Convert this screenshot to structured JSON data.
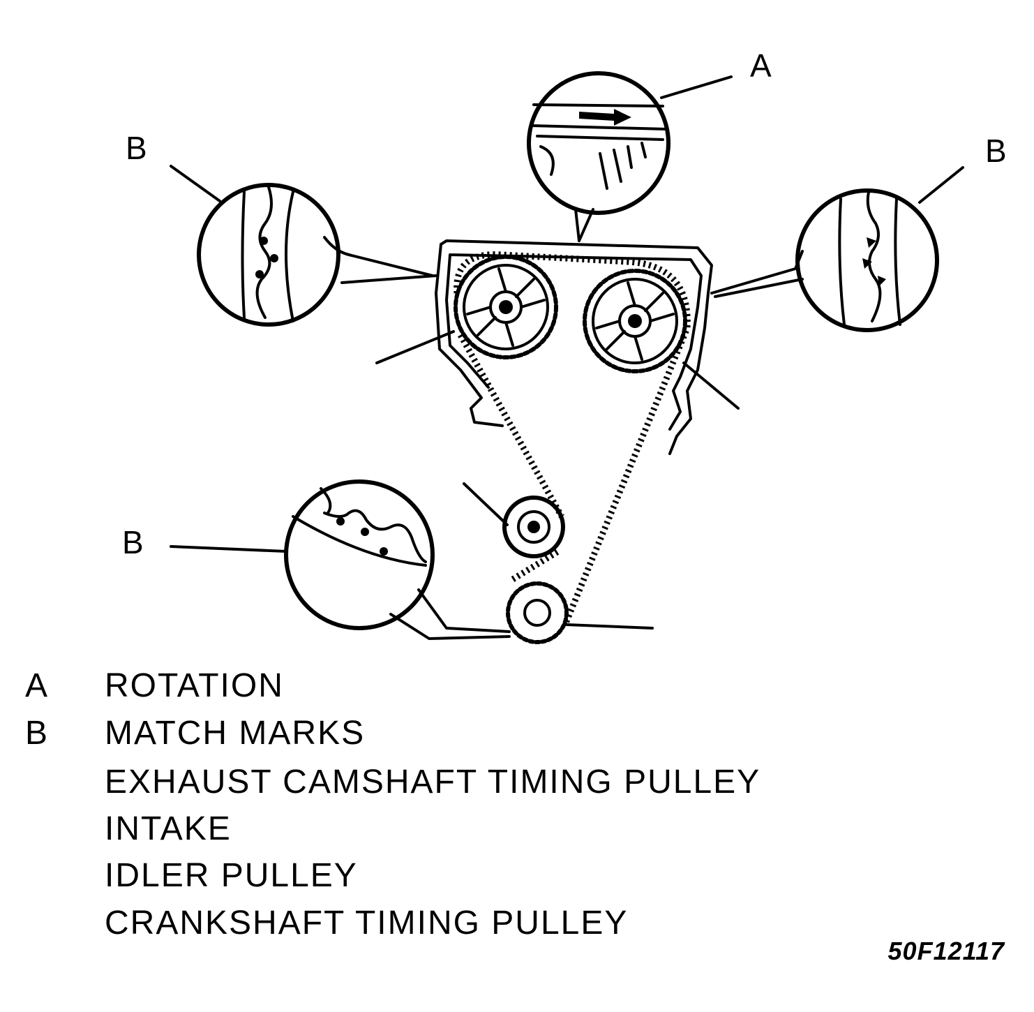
{
  "callouts": {
    "top": "A",
    "left": "B",
    "right": "B",
    "bottom_left": "B"
  },
  "legend": [
    {
      "key": "A",
      "text": "ROTATION"
    },
    {
      "key": "B",
      "text": "MATCH MARKS"
    },
    {
      "key": "",
      "text": "EXHAUST CAMSHAFT TIMING PULLEY"
    },
    {
      "key": "",
      "text": "INTAKE"
    },
    {
      "key": "",
      "text": "IDLER PULLEY"
    },
    {
      "key": "",
      "text": "CRANKSHAFT TIMING PULLEY"
    }
  ],
  "figure_code": "50F12117"
}
